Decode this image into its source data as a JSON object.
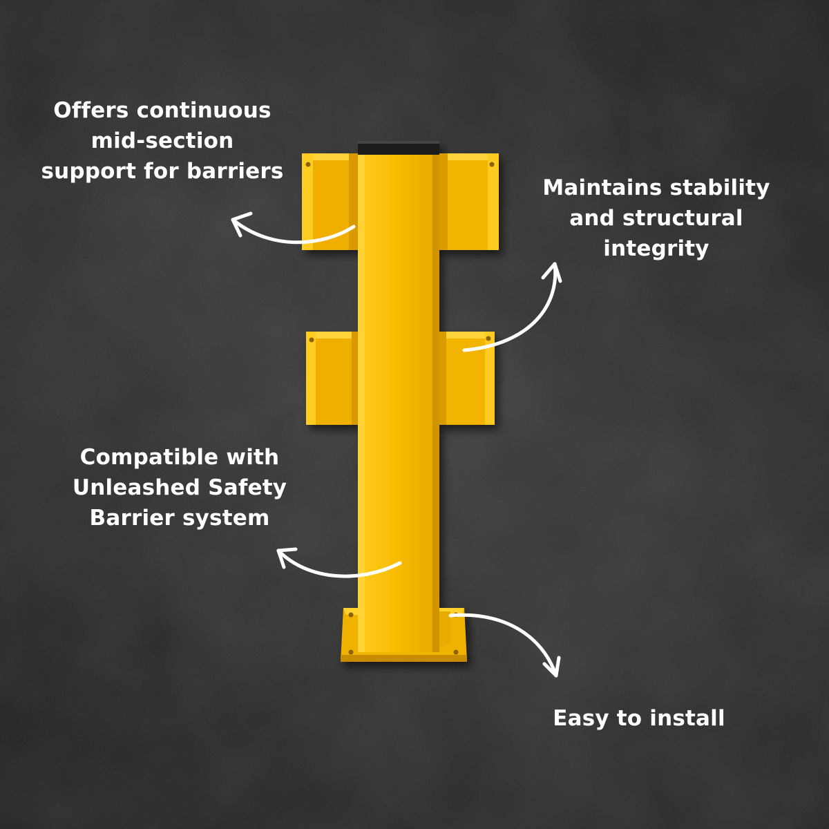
{
  "colors": {
    "background": "#1f1f1f",
    "post_yellow": "#f5b800",
    "post_shade": "#d99c00",
    "post_highlight": "#ffd02a",
    "cap_black": "#1a1a1a",
    "text": "#ffffff"
  },
  "callouts": {
    "mid_section": "Offers continuous\nmid-section\nsupport for barriers",
    "stability": "Maintains stability\nand structural\nintegrity",
    "compatible": "Compatible with\nUnleashed Safety\nBarrier system",
    "install": "Easy to install"
  },
  "icons": {
    "arrow": "curved-arrow-icon",
    "product": "safety-barrier-post"
  }
}
